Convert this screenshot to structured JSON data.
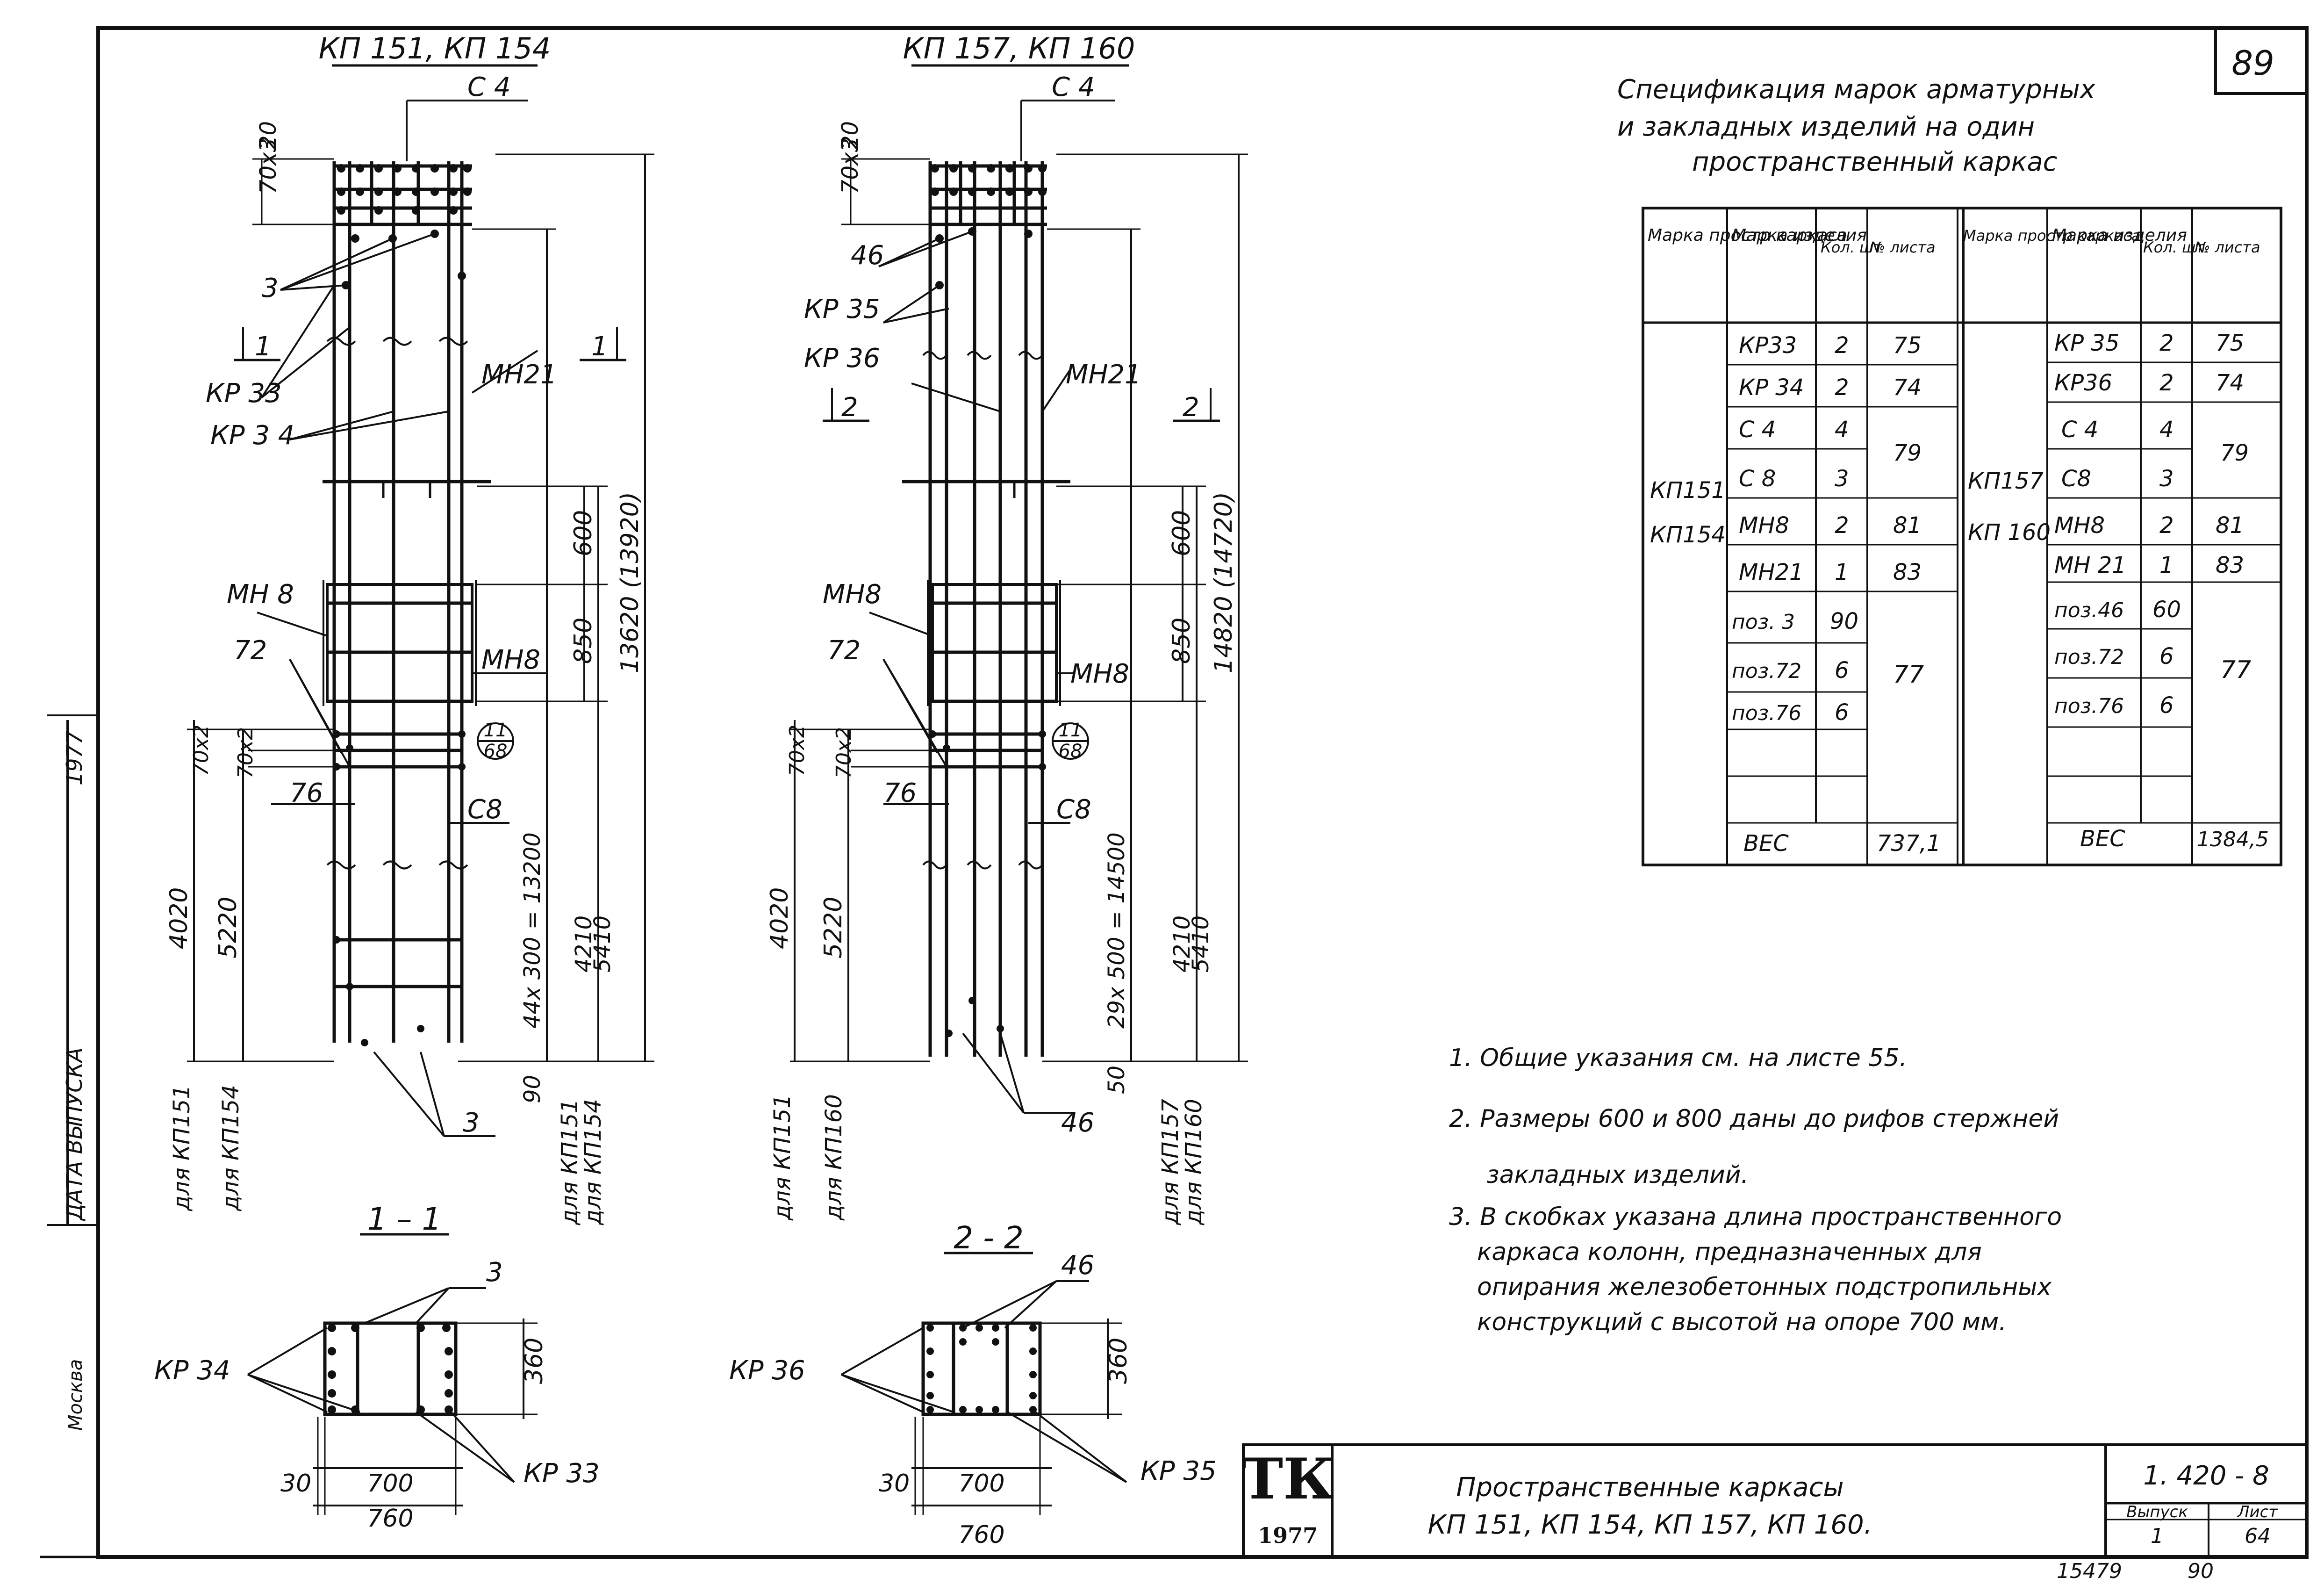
{
  "sheet": {
    "page_number": "89",
    "bottom_number_left": "15479",
    "bottom_number_right": "90",
    "side_label_date": "ДАТА ВЫПУСКА",
    "side_label_year": "1977",
    "side_label_city": "Москва"
  },
  "views": {
    "left_title": "КП 151, КП 154",
    "right_title": "КП 157, КП 160",
    "section_left_title": "1 – 1",
    "section_right_title": "2 - 2"
  },
  "left_elevation": {
    "top_label": "С 4",
    "dim_top_20": "20",
    "dim_top_70x3": "70х3",
    "label_3": "3",
    "section_mark_left": "1",
    "section_mark_right": "1",
    "label_kr33": "КР 33",
    "label_kr34": "КР 3 4",
    "label_mn21": "МН21",
    "label_mn8_left": "МН 8",
    "label_mn8_right": "МН8",
    "label_72": "72",
    "label_76": "76",
    "label_70x2_a": "70х2",
    "label_70x2_b": "70х2",
    "circle_top": "11",
    "circle_bottom": "68",
    "label_c8": "С8",
    "dim_600": "600",
    "dim_850": "850",
    "dim_total": "13620 (13920)",
    "dim_4020": "4020",
    "dim_5220": "5220",
    "dim_44x300": "44х 300 = 13200",
    "dim_4210": "4210",
    "dim_5410": "5410",
    "dim_90": "90",
    "label_bottom_3": "3",
    "note_kp151_left": "для КП151",
    "note_kp154_left": "для КП154",
    "note_kp151_right": "для КП151",
    "note_kp154_right": "для КП154"
  },
  "right_elevation": {
    "top_label": "С 4",
    "dim_top_20": "20",
    "dim_top_70x3": "70х3",
    "label_46": "46",
    "label_kr35": "КР 35",
    "label_kr36": "КР 36",
    "section_mark_left": "2",
    "section_mark_right": "2",
    "label_mn21": "МН21",
    "label_mn8_left": "МН8",
    "label_mn8_right": "МН8",
    "label_72": "72",
    "label_76": "76",
    "label_70x2_a": "70х2",
    "label_70x2_b": "70х2",
    "circle_top": "11",
    "circle_bottom": "68",
    "label_c8": "С8",
    "dim_600": "600",
    "dim_850": "850",
    "dim_total": "14820 (14720)",
    "dim_4020": "4020",
    "dim_5220": "5220",
    "dim_29x500": "29х 500 = 14500",
    "dim_4210": "4210",
    "dim_5410": "5410",
    "dim_50": "50",
    "label_bottom_46": "46",
    "note_kp151": "для КП151",
    "note_kp160": "для КП160",
    "note_kp157_right": "для КП157",
    "note_kp160_right": "для КП160"
  },
  "section_left": {
    "label_3": "3",
    "label_kr34": "КР 34",
    "label_kr33": "КР 33",
    "dim_360": "360",
    "dim_30": "30",
    "dim_700": "700",
    "dim_760": "760"
  },
  "section_right": {
    "label_46": "46",
    "label_kr36": "КР 36",
    "label_kr35": "КР 35",
    "dim_360": "360",
    "dim_30": "30",
    "dim_700": "700",
    "dim_760": "760"
  },
  "spec": {
    "title_line1": "Спецификация марок арматурных",
    "title_line2": "и закладных изделий на один",
    "title_line3": "пространственный каркас",
    "headers_left": [
      "Марка простр каркаса",
      "Марка изделия",
      "Кол. шт",
      "№ листа"
    ],
    "headers_right": [
      "Марка простр каркаса",
      "Марка изделия",
      "Кол. шт.",
      "№ листа"
    ],
    "left_mark_1": "КП151",
    "left_mark_2": "КП154",
    "right_mark_1": "КП157",
    "right_mark_2": "КП 160",
    "left_rows": [
      {
        "item": "КР33",
        "qty": "2",
        "sheet": "75"
      },
      {
        "item": "КР 34",
        "qty": "2",
        "sheet": "74"
      },
      {
        "item": "С 4",
        "qty": "4",
        "sheet": ""
      },
      {
        "item": "С 8",
        "qty": "3",
        "sheet": ""
      },
      {
        "item": "МН8",
        "qty": "2",
        "sheet": "81"
      },
      {
        "item": "МН21",
        "qty": "1",
        "sheet": "83"
      },
      {
        "item": "поз. 3",
        "qty": "90",
        "sheet": ""
      },
      {
        "item": "поз.72",
        "qty": "6",
        "sheet": ""
      },
      {
        "item": "поз.76",
        "qty": "6",
        "sheet": ""
      }
    ],
    "left_merged_79": "79",
    "left_merged_77": "77",
    "right_rows": [
      {
        "item": "КР 35",
        "qty": "2",
        "sheet": "75"
      },
      {
        "item": "КР36",
        "qty": "2",
        "sheet": "74"
      },
      {
        "item": "С 4",
        "qty": "4",
        "sheet": ""
      },
      {
        "item": "С8",
        "qty": "3",
        "sheet": ""
      },
      {
        "item": "МН8",
        "qty": "2",
        "sheet": "81"
      },
      {
        "item": "МН 21",
        "qty": "1",
        "sheet": "83"
      },
      {
        "item": "поз.46",
        "qty": "60",
        "sheet": ""
      },
      {
        "item": "поз.72",
        "qty": "6",
        "sheet": ""
      },
      {
        "item": "поз.76",
        "qty": "6",
        "sheet": ""
      }
    ],
    "right_merged_79": "79",
    "right_merged_77": "77",
    "weight_label_left": "ВЕС",
    "weight_value_left": "737,1",
    "weight_label_right": "ВЕС",
    "weight_value_right": "1384,5"
  },
  "notes": {
    "n1": "1. Общие указания   см.  на листе 55.",
    "n2_line1": "2. Размеры 600 и 800 даны  до рифов стержней",
    "n2_line2": "закладных изделий.",
    "n3_line1": "3. В скобках указана длина пространственного",
    "n3_line2": "каркаса колонн, предназначенных для",
    "n3_line3": "опирания железобетонных подстропильных",
    "n3_line4": "конструкций с высотой на опоре 700 мм."
  },
  "title_block": {
    "tk": "ТК",
    "year": "1977",
    "title_line1": "Пространственные  каркасы",
    "title_line2": "КП 151, КП 154, КП 157, КП 160.",
    "series": "1. 420 - 8",
    "issue_label": "Выпуск",
    "issue_value": "1",
    "sheet_label": "Лист",
    "sheet_value": "64"
  }
}
